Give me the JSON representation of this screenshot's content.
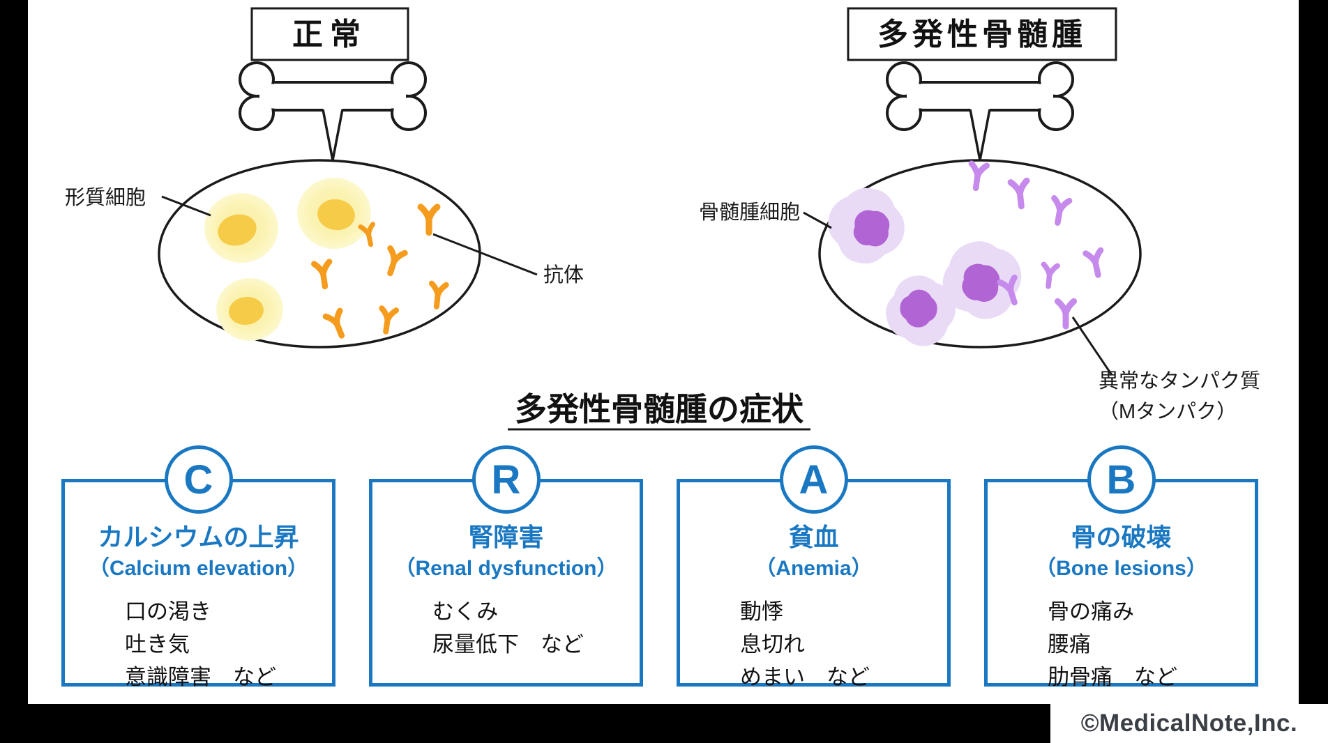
{
  "left_panel": {
    "title": "正常",
    "cell_label": "形質細胞",
    "antibody_label": "抗体"
  },
  "right_panel": {
    "title": "多発性骨髄腫",
    "cell_label": "骨髄腫細胞",
    "protein_label_line1": "異常なタンパク質",
    "protein_label_line2": "（Mタンパク）"
  },
  "symptoms_section": {
    "heading": "多発性骨髄腫の症状",
    "boxes": [
      {
        "letter": "C",
        "title": "カルシウムの上昇",
        "subtitle": "（Calcium elevation）",
        "symptoms": [
          "口の渇き",
          "吐き気",
          "意識障害　など"
        ]
      },
      {
        "letter": "R",
        "title": "腎障害",
        "subtitle": "（Renal dysfunction）",
        "symptoms": [
          "むくみ",
          "尿量低下　など"
        ]
      },
      {
        "letter": "A",
        "title": "貧血",
        "subtitle": "（Anemia）",
        "symptoms": [
          "動悸",
          "息切れ",
          "めまい　など"
        ]
      },
      {
        "letter": "B",
        "title": "骨の破壊",
        "subtitle": "（Bone lesions）",
        "symptoms": [
          "骨の痛み",
          "腰痛",
          "肋骨痛　など"
        ]
      }
    ]
  },
  "footer": {
    "copyright": "©MedicalNote,Inc."
  },
  "colors": {
    "accent_blue": "#1A78C2",
    "antibody_orange": "#F59C1E",
    "antibody_purple": "#C689EC",
    "cell_yellow": "#FBF3B4",
    "cell_yellow_nucleus": "#F6CB48",
    "cell_purple": "#E9DBF6",
    "cell_purple_nucleus": "#B164D4",
    "outline_black": "#1A1A1A"
  }
}
